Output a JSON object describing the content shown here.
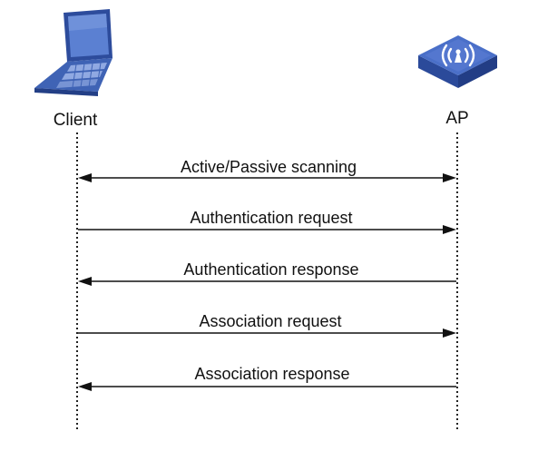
{
  "parties": {
    "client": {
      "label": "Client",
      "icon": "laptop-icon"
    },
    "ap": {
      "label": "AP",
      "icon": "wireless-access-point-icon"
    }
  },
  "messages": [
    {
      "label": "Active/Passive scanning",
      "direction": "both"
    },
    {
      "label": "Authentication request",
      "direction": "client-to-ap"
    },
    {
      "label": "Authentication response",
      "direction": "ap-to-client"
    },
    {
      "label": "Association request",
      "direction": "client-to-ap"
    },
    {
      "label": "Association response",
      "direction": "ap-to-client"
    }
  ],
  "colors": {
    "laptop_blue": "#3f63b5",
    "ap_blue": "#3c5fb8",
    "line": "#111111"
  }
}
